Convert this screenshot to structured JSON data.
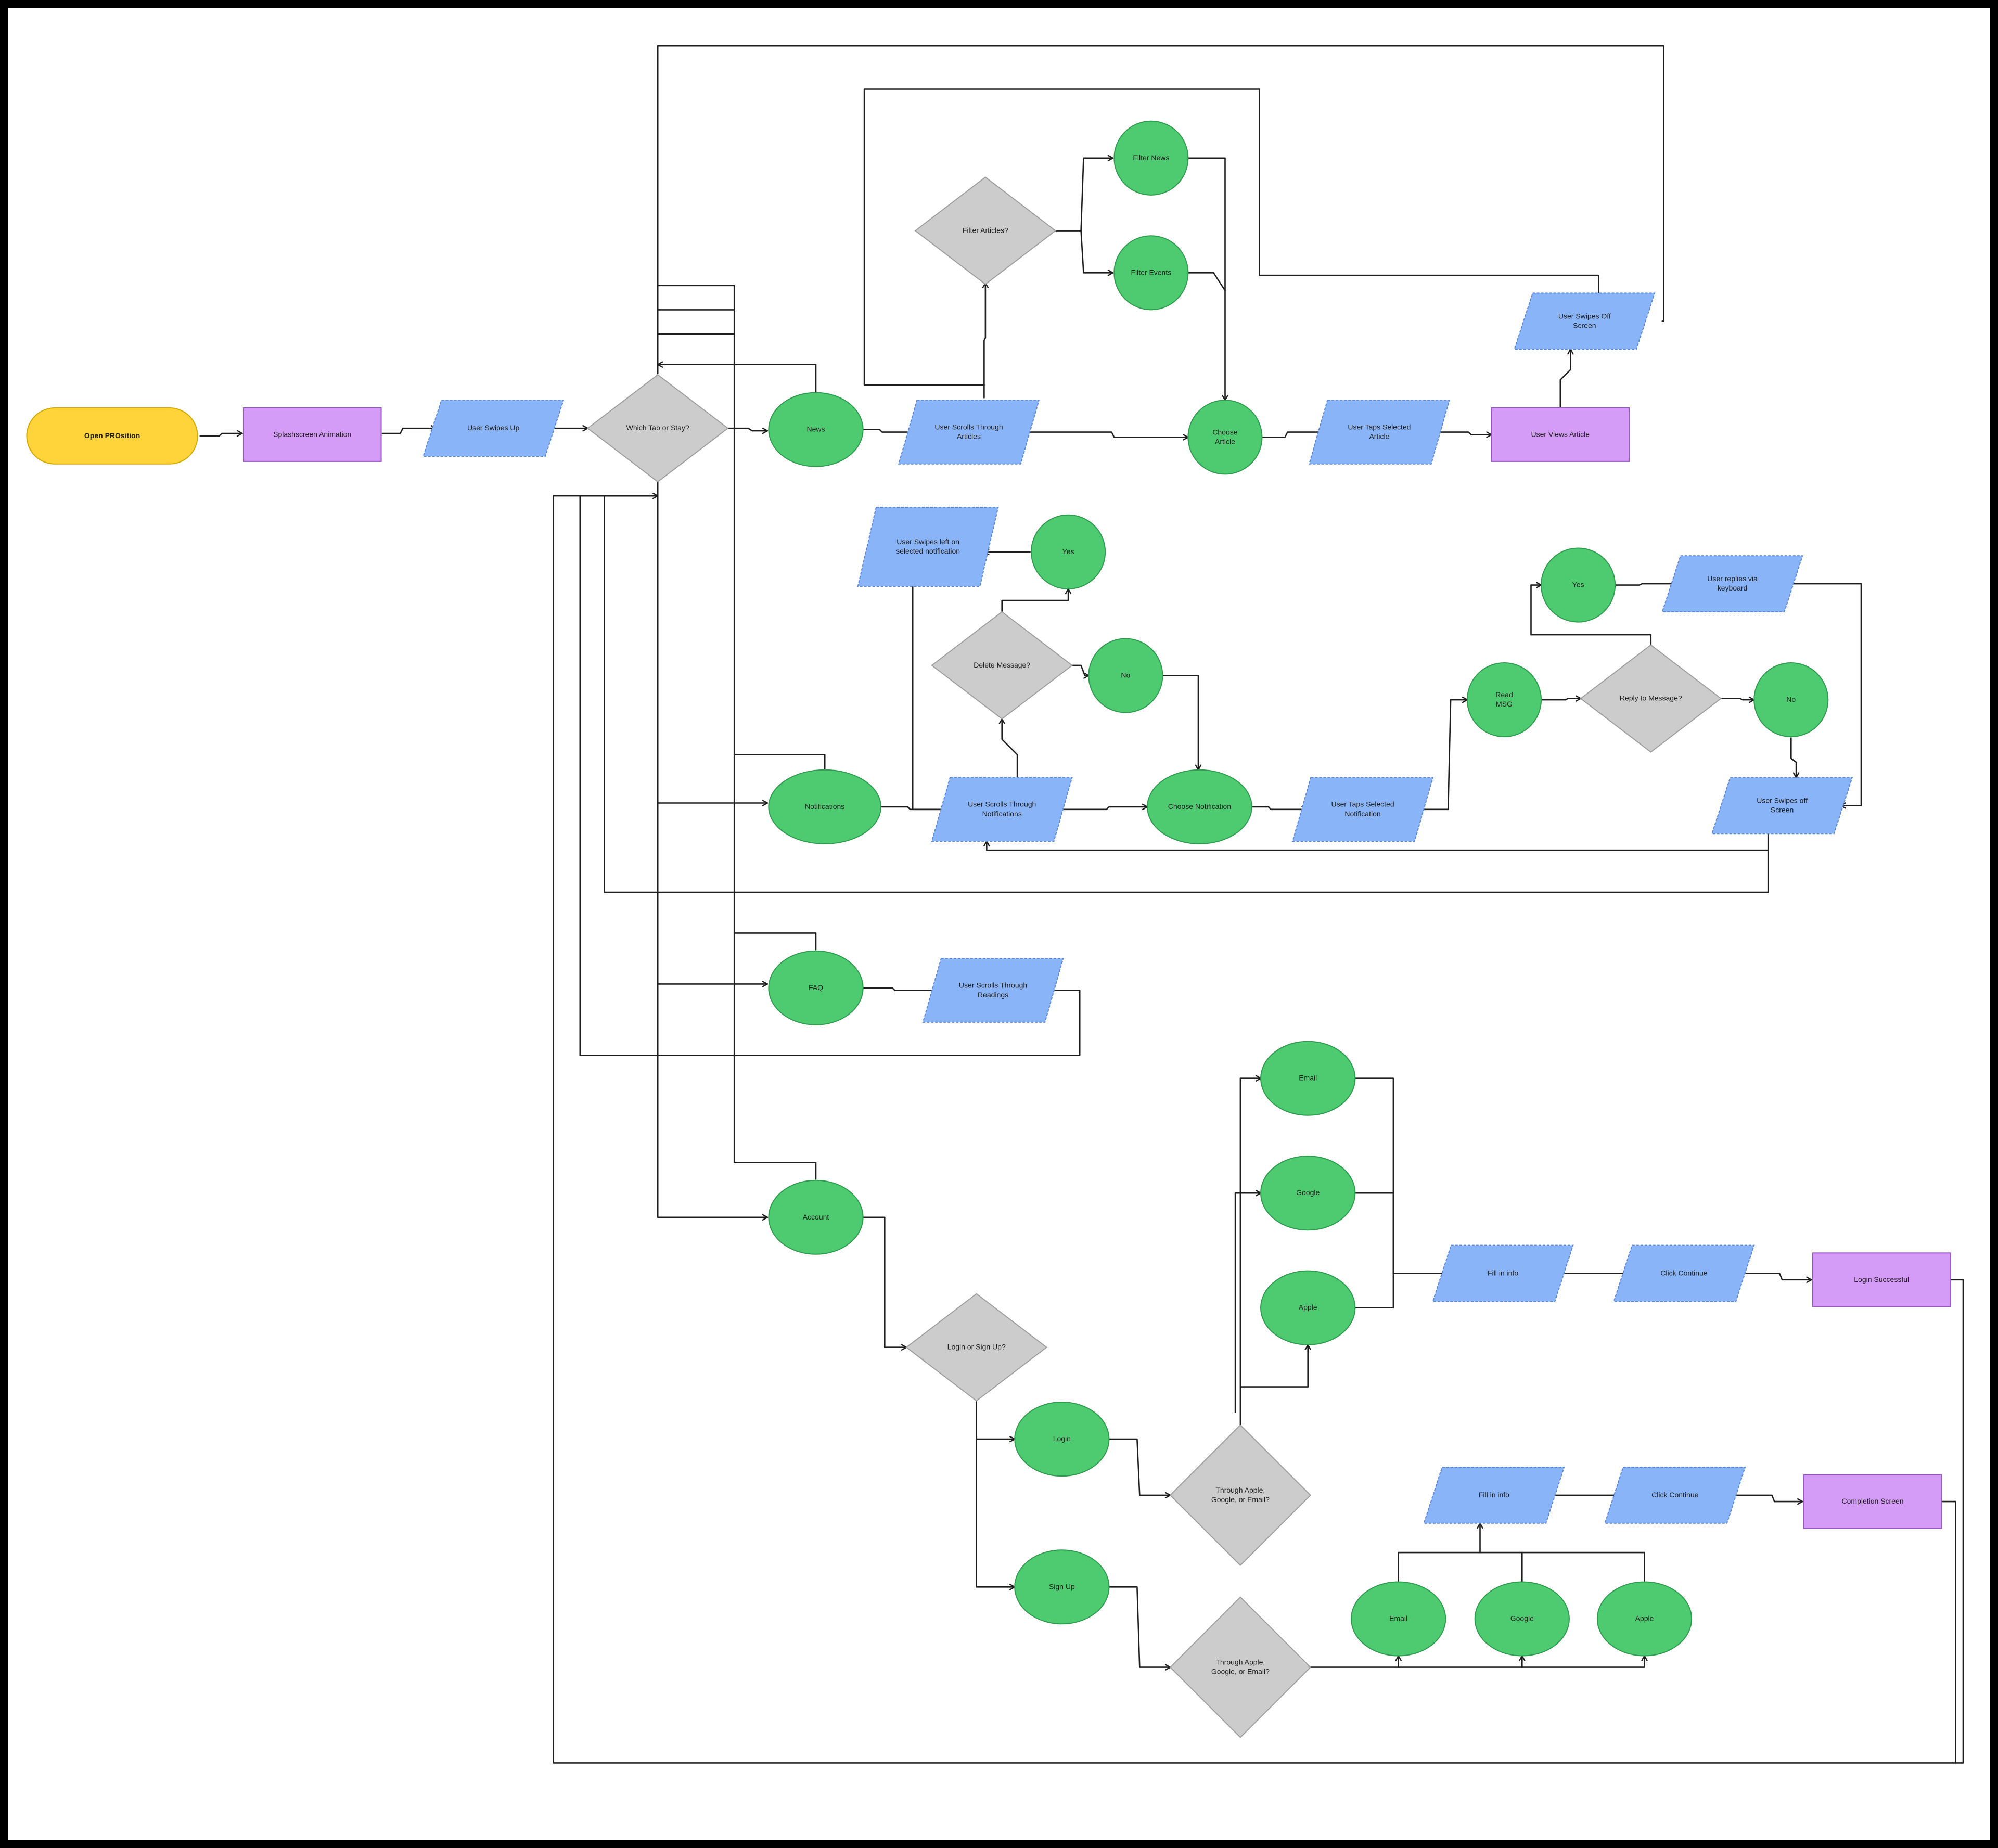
{
  "colors": {
    "start": "#FFD43B",
    "process": "#D59CF7",
    "io": "#8AB4F8",
    "decision": "#CCCCCC",
    "outcome": "#4ECB71",
    "line": "#1E1E1E"
  },
  "nodes": {
    "open": "Open PROsition",
    "splash": "Splashscreen Animation",
    "swipe_up": "User Swipes Up",
    "which_tab": "Which Tab or Stay?",
    "news": "News",
    "scroll_articles": "User Scrolls Through\nArticles",
    "filter_q": "Filter Articles?",
    "filter_news": "Filter News",
    "filter_events": "Filter Events",
    "choose_article": "Choose\nArticle",
    "tap_article": "User Taps Selected\nArticle",
    "views_article": "User Views Article",
    "swipe_off_top": "User Swipes Off\nScreen",
    "swipe_left": "User Swipes left on\nselected notification",
    "yes_delete": "Yes",
    "delete_q": "Delete Message?",
    "no_delete": "No",
    "notifications": "Notifications",
    "scroll_notifs": "User Scrolls Through\nNotifications",
    "choose_notif": "Choose Notification",
    "tap_notif": "User Taps Selected\nNotification",
    "read_msg": "Read\nMSG",
    "reply_q": "Reply to Message?",
    "yes_reply": "Yes",
    "reply_keyboard": "User replies via\nkeyboard",
    "no_reply": "No",
    "swipe_off_notif": "User Swipes off\nScreen",
    "faq": "FAQ",
    "scroll_readings": "User Scrolls Through\nReadings",
    "account": "Account",
    "login_signup_q": "Login or Sign Up?",
    "login": "Login",
    "signup": "Sign Up",
    "through_login": "Through Apple,\nGoogle, or Email?",
    "through_signup": "Through Apple,\nGoogle, or Email?",
    "email_a": "Email",
    "google_a": "Google",
    "apple_a": "Apple",
    "fill_a": "Fill in info",
    "continue_a": "Click Continue",
    "login_success": "Login Successful",
    "email_b": "Email",
    "google_b": "Google",
    "apple_b": "Apple",
    "fill_b": "Fill in info",
    "continue_b": "Click Continue",
    "completion": "Completion Screen"
  }
}
